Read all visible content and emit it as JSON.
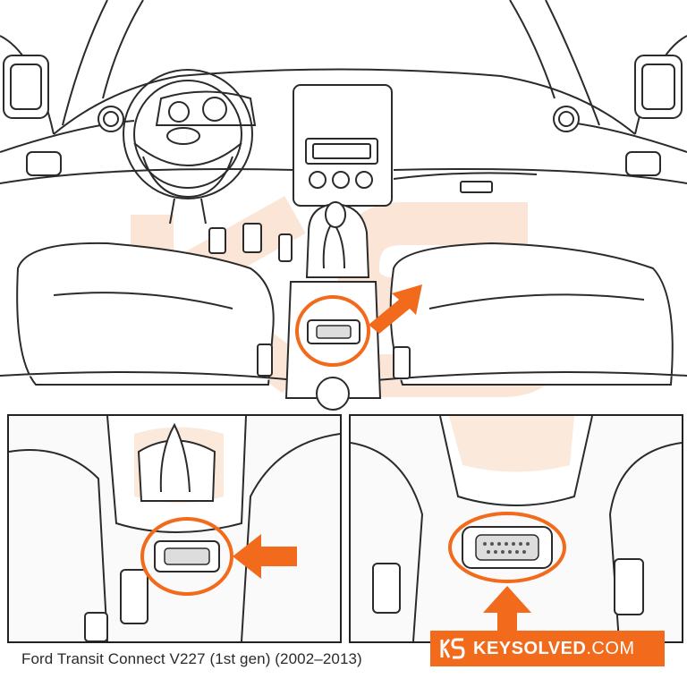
{
  "caption": "Ford Transit Connect V227 (1st gen) (2002–2013)",
  "brand": {
    "name_bold": "KEYSOLVED",
    "name_suffix": ".COM",
    "logo_letters": "KS"
  },
  "colors": {
    "accent": "#f26a1b",
    "line": "#2b2b2b",
    "watermark": "#f7d9c4"
  },
  "icons": [
    "obd-port-icon",
    "arrow-icon",
    "highlight-circle"
  ]
}
